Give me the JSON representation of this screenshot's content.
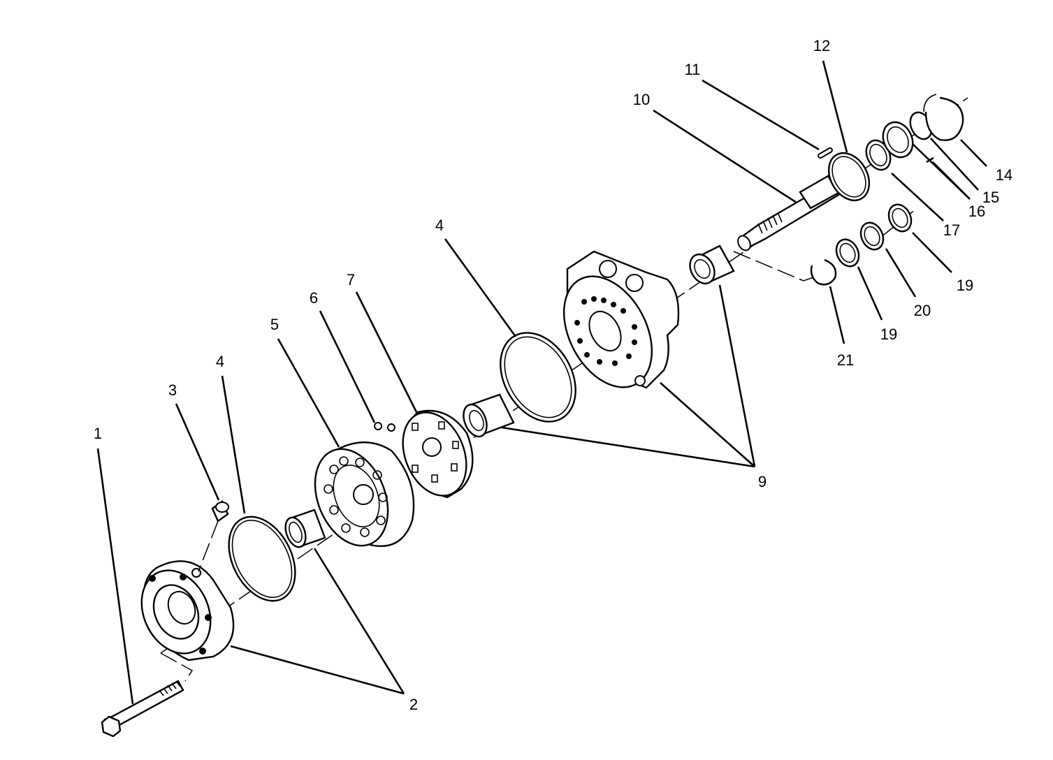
{
  "colors": {
    "ink": "#000000",
    "paper": "#ffffff"
  },
  "callouts": {
    "c1": "1",
    "c2": "2",
    "c3": "3",
    "c4a": "4",
    "c4b": "4",
    "c5": "5",
    "c6": "6",
    "c7": "7",
    "c9": "9",
    "c10": "10",
    "c11": "11",
    "c12": "12",
    "c14": "14",
    "c15": "15",
    "c16": "16",
    "c17": "17",
    "c19a": "19",
    "c19b": "19",
    "c20": "20",
    "c21": "21"
  }
}
